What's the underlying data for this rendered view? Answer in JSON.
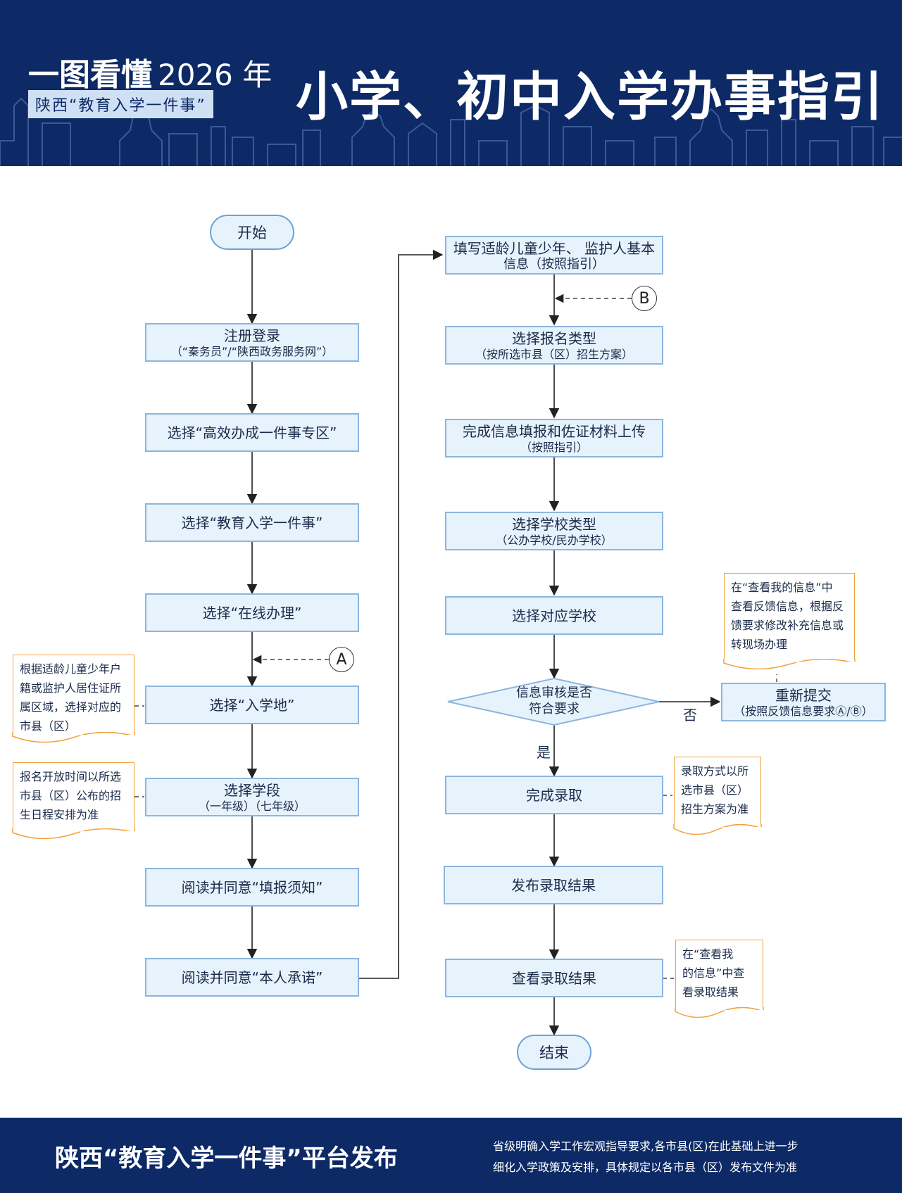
{
  "header": {
    "brand_main": "一图看懂",
    "brand_year": "2026 年",
    "badge": "陕西“教育入学一件事”",
    "title": "小学、初中入学办事指引"
  },
  "flow": {
    "start": "开始",
    "end": "结束",
    "left": [
      {
        "line1": "注册登录",
        "line2": "（“秦务员”/“陕西政务服务网”）"
      },
      {
        "line1": "选择“高效办成一件事专区”",
        "line2": ""
      },
      {
        "line1": "选择“教育入学一件事”",
        "line2": ""
      },
      {
        "line1": "选择“在线办理”",
        "line2": ""
      },
      {
        "line1": "选择“入学地”",
        "line2": ""
      },
      {
        "line1": "选择学段",
        "line2": "（一年级）（七年级）"
      },
      {
        "line1": "阅读并同意“填报须知”",
        "line2": ""
      },
      {
        "line1": "阅读并同意“本人承诺”",
        "line2": ""
      }
    ],
    "right": [
      {
        "line1": "填写适龄儿童少年、 监护人基本",
        "line2": "信息（按照指引）"
      },
      {
        "line1": "选择报名类型",
        "line2": "（按所选市县（区）招生方案）"
      },
      {
        "line1": "完成信息填报和佐证材料上传",
        "line2": "（按照指引）"
      },
      {
        "line1": "选择学校类型",
        "line2": "（公办学校/民办学校）"
      },
      {
        "line1": "选择对应学校",
        "line2": ""
      }
    ],
    "decision": {
      "line1": "信息审核是否",
      "line2": "符合要求"
    },
    "yes_label": "是",
    "no_label": "否",
    "resubmit": {
      "line1": "重新提交",
      "line2": "（按照反馈信息要求Ⓐ/Ⓑ）"
    },
    "after": [
      {
        "line1": "完成录取",
        "line2": ""
      },
      {
        "line1": "发布录取结果",
        "line2": ""
      },
      {
        "line1": "查看录取结果",
        "line2": ""
      }
    ],
    "connector_a": "A",
    "connector_b": "B"
  },
  "notes": {
    "region": [
      "根据适龄儿童少年户",
      "籍或监护人居住证所",
      "属区域，选择对应的",
      "市县（区）"
    ],
    "time": [
      "报名开放时间以所选",
      "市县（区）公布的招",
      "生日程安排为准"
    ],
    "feedback": [
      "在“查看我的信息”中",
      "查看反馈信息，根据反",
      "馈要求修改补充信息或",
      "转现场办理"
    ],
    "admission": [
      "录取方式以所",
      "选市县（区）",
      "招生方案为准"
    ],
    "result": [
      "在“查看我",
      "的信息”中查",
      "看录取结果"
    ]
  },
  "footer": {
    "title": "陕西“教育入学一件事”平台发布",
    "note1": "省级明确入学工作宏观指导要求,各市县(区)在此基础上进一步",
    "note2": "细化入学政策及安排，具体规定以各市县（区）发布文件为准"
  },
  "colors": {
    "navy": "#0d2a66",
    "box_fill": "#e6f2fc",
    "box_border": "#8bb6de",
    "note_border": "#f0a23c"
  }
}
